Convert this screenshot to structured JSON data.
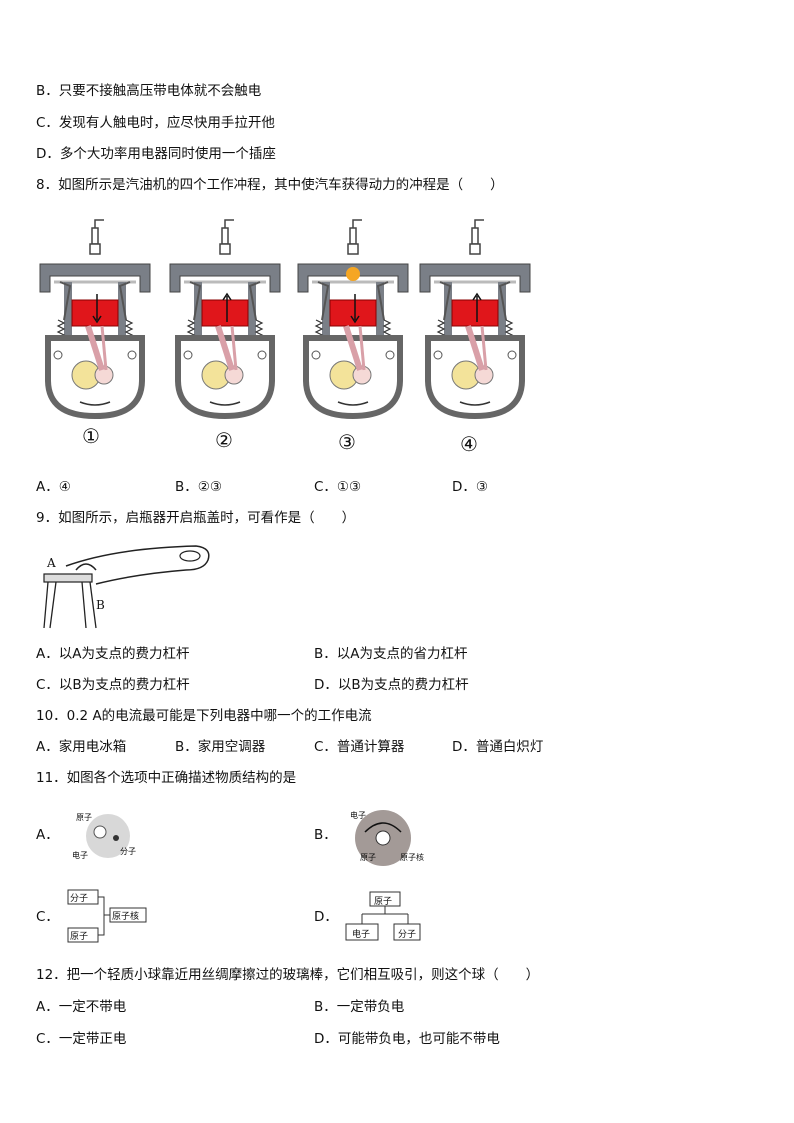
{
  "q7": {
    "optB": "B．只要不接触高压带电体就不会触电",
    "optC": "C．发现有人触电时，应尽快用手拉开他",
    "optD": "D．多个大功率用电器同时使用一个插座"
  },
  "q8": {
    "stem": "8．如图所示是汽油机的四个工作冲程，其中使汽车获得动力的冲程是（　　）",
    "labels": [
      "①",
      "②",
      "③",
      "④"
    ],
    "optA": "A．④",
    "optB": "B．②③",
    "optC": "C．①③",
    "optD": "D．③"
  },
  "q9": {
    "stem": "9．如图所示，启瓶器开启瓶盖时，可看作是（　　）",
    "fig_label_a": "A",
    "fig_label_b": "B",
    "optA": "A．以A为支点的费力杠杆",
    "optB": "B．以A为支点的省力杠杆",
    "optC": "C．以B为支点的费力杠杆",
    "optD": "D．以B为支点的费力杠杆"
  },
  "q10": {
    "stem": "10．0.2 A的电流最可能是下列电器中哪一个的工作电流",
    "optA": "A．家用电冰箱",
    "optB": "B．家用空调器",
    "optC": "C．普通计算器",
    "optD": "D．普通白炽灯"
  },
  "q11": {
    "stem": "11．如图各个选项中正确描述物质结构的是",
    "optA": "A．",
    "optB": "B．",
    "optC": "C．",
    "optD": "D．",
    "figA": {
      "atom": "原子",
      "electron": "电子",
      "molecule": "分子"
    },
    "figB": {
      "electron": "电子",
      "atom": "原子",
      "nucleus": "原子核"
    },
    "figC": {
      "molecule": "分子",
      "nucleus": "原子核",
      "atom": "原子"
    },
    "figD": {
      "atom": "原子",
      "electron": "电子",
      "molecule": "分子"
    }
  },
  "q12": {
    "stem": "12．把一个轻质小球靠近用丝绸摩擦过的玻璃棒，它们相互吸引，则这个球（　　）",
    "optA": "A．一定不带电",
    "optB": "B．一定带负电",
    "optC": "C．一定带正电",
    "optD": "D．可能带负电，也可能不带电"
  }
}
